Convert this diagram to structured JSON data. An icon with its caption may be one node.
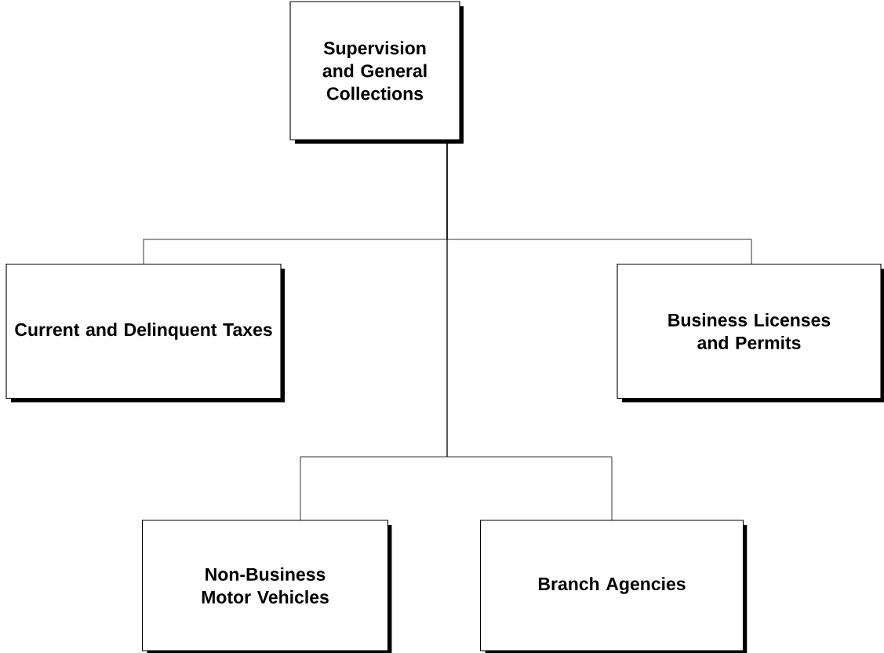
{
  "diagram": {
    "nodes": [
      {
        "text": [
          "Supervision and General Collections"
        ]
      },
      {
        "text": [
          "Current and Delinquent Taxes"
        ]
      },
      {
        "text": [
          "Business Licenses and Permits"
        ]
      },
      {
        "text": [
          "Non-Business Motor Vehicles"
        ]
      },
      {
        "text": [
          "Branch Agencies"
        ]
      }
    ],
    "edges": [
      {
        "from": 0,
        "to": 1,
        "arrow": "none"
      },
      {
        "from": 0,
        "to": 2,
        "arrow": "none"
      },
      {
        "from": 0,
        "to": 3,
        "arrow": "none"
      },
      {
        "from": 0,
        "to": 4,
        "arrow": "none"
      }
    ]
  }
}
